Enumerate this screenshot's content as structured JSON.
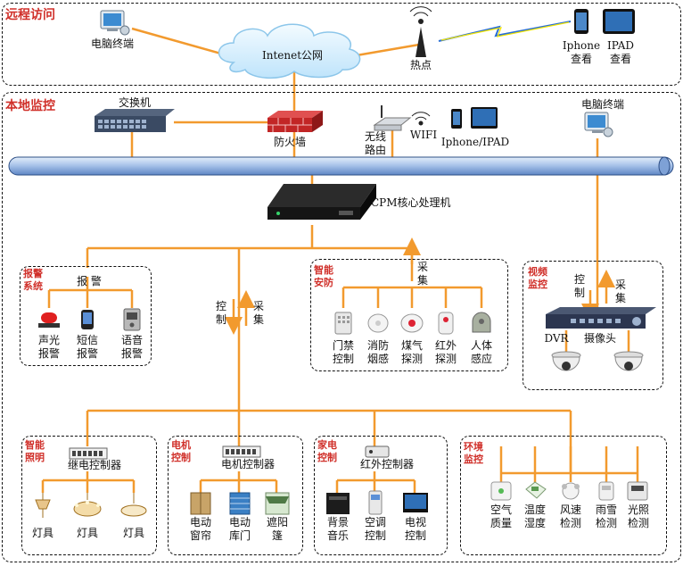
{
  "sections": {
    "remote": "远程访问",
    "local": "本地监控"
  },
  "remote": {
    "pc": "电脑终端",
    "internet": "Intenet公网",
    "hotspot": "热点",
    "iphone": "Iphone\n查看",
    "ipad": "IPAD\n查看"
  },
  "local": {
    "switch": "交换机",
    "firewall": "防火墙",
    "router": "无线\n路由",
    "wifi": "WIFI",
    "mobile": "Iphone/IPAD",
    "pc": "电脑终端",
    "cpm": "CPM核心处理机"
  },
  "flow": {
    "control": "控\n制",
    "collect": "采\n集"
  },
  "alarm": {
    "title": "报警\n系统",
    "header": "报  警",
    "items": [
      "声光\n报警",
      "短信\n报警",
      "语音\n报警"
    ]
  },
  "security": {
    "title": "智能\n安防",
    "collect": "采\n集",
    "items": [
      "门禁\n控制",
      "消防\n烟感",
      "煤气\n探测",
      "红外\n探测",
      "人体\n感应"
    ]
  },
  "video": {
    "title": "视频\n监控",
    "control": "控\n制",
    "collect": "采\n集",
    "dvr": "DVR",
    "camera": "摄像头"
  },
  "lighting": {
    "title": "智能\n照明",
    "controller": "继电控制器",
    "items": [
      "灯具",
      "灯具",
      "灯具"
    ]
  },
  "motor": {
    "title": "电机\n控制",
    "controller": "电机控制器",
    "items": [
      "电动\n窗帘",
      "电动\n库门",
      "遮阳\n篷"
    ]
  },
  "appliance": {
    "title": "家电\n控制",
    "controller": "红外控制器",
    "items": [
      "背景\n音乐",
      "空调\n控制",
      "电视\n控制"
    ]
  },
  "environment": {
    "title": "环境\n监控",
    "items": [
      "空气\n质量",
      "温度\n湿度",
      "风速\n检测",
      "雨雪\n检测",
      "光照\n检测"
    ]
  }
}
